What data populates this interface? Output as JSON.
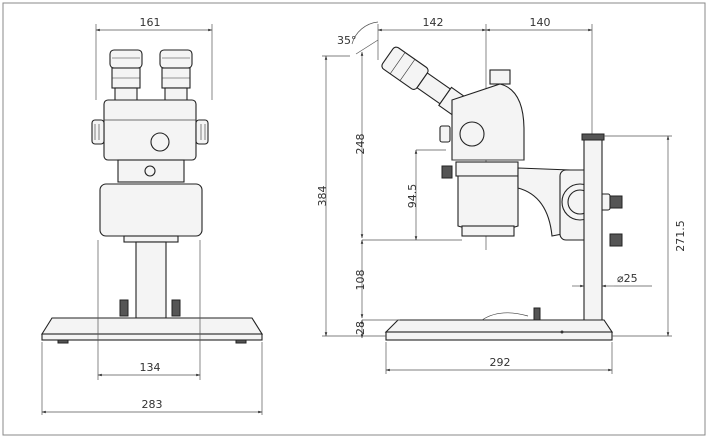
{
  "dimensions": {
    "front_top_width": "161",
    "front_base_inner": "134",
    "front_base_width": "283",
    "side_eyepiece": "142",
    "side_right": "140",
    "angle": "35°",
    "total_height": "384",
    "head_height": "248",
    "focus_travel": "94.5",
    "lower_height": "108",
    "base_thickness": "28",
    "pillar_height": "271.5",
    "pillar_diameter": "⌀25",
    "side_base_width": "292"
  }
}
